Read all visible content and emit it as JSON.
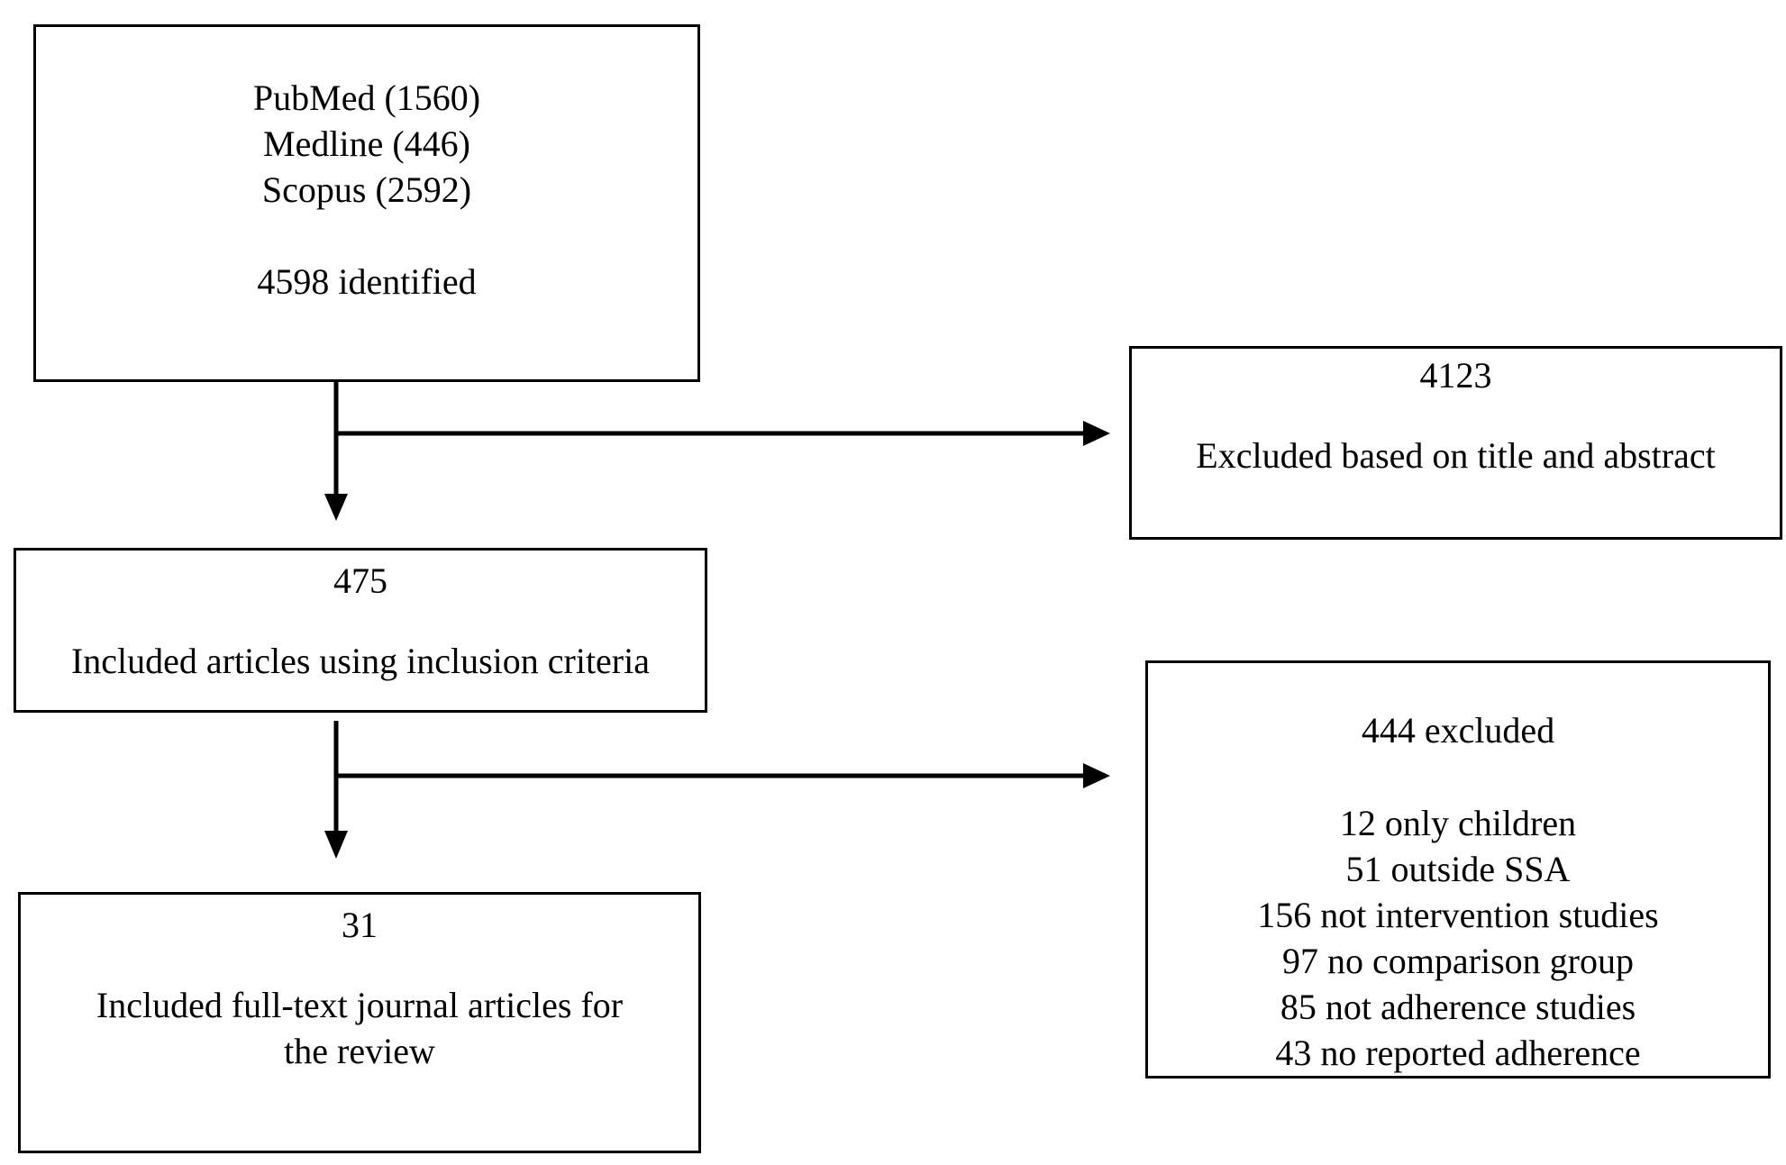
{
  "boxes": {
    "identified": {
      "lines": [
        "PubMed (1560)",
        "Medline (446)",
        "Scopus (2592)"
      ],
      "total": "4598 identified"
    },
    "excluded_title": {
      "count": "4123",
      "label": "Excluded based on title and abstract"
    },
    "included_criteria": {
      "count": "475",
      "label": "Included articles using inclusion criteria"
    },
    "excluded_full": {
      "count": "444 excluded",
      "reasons": [
        "12 only children",
        "51 outside SSA",
        "156 not intervention studies",
        "97 no comparison group",
        "85 not adherence studies",
        "43 no reported adherence"
      ]
    },
    "included_final": {
      "count": "31",
      "label_line1": "Included full-text journal articles for",
      "label_line2": "the review"
    }
  },
  "colors": {
    "stroke": "#000000",
    "background": "#ffffff"
  }
}
